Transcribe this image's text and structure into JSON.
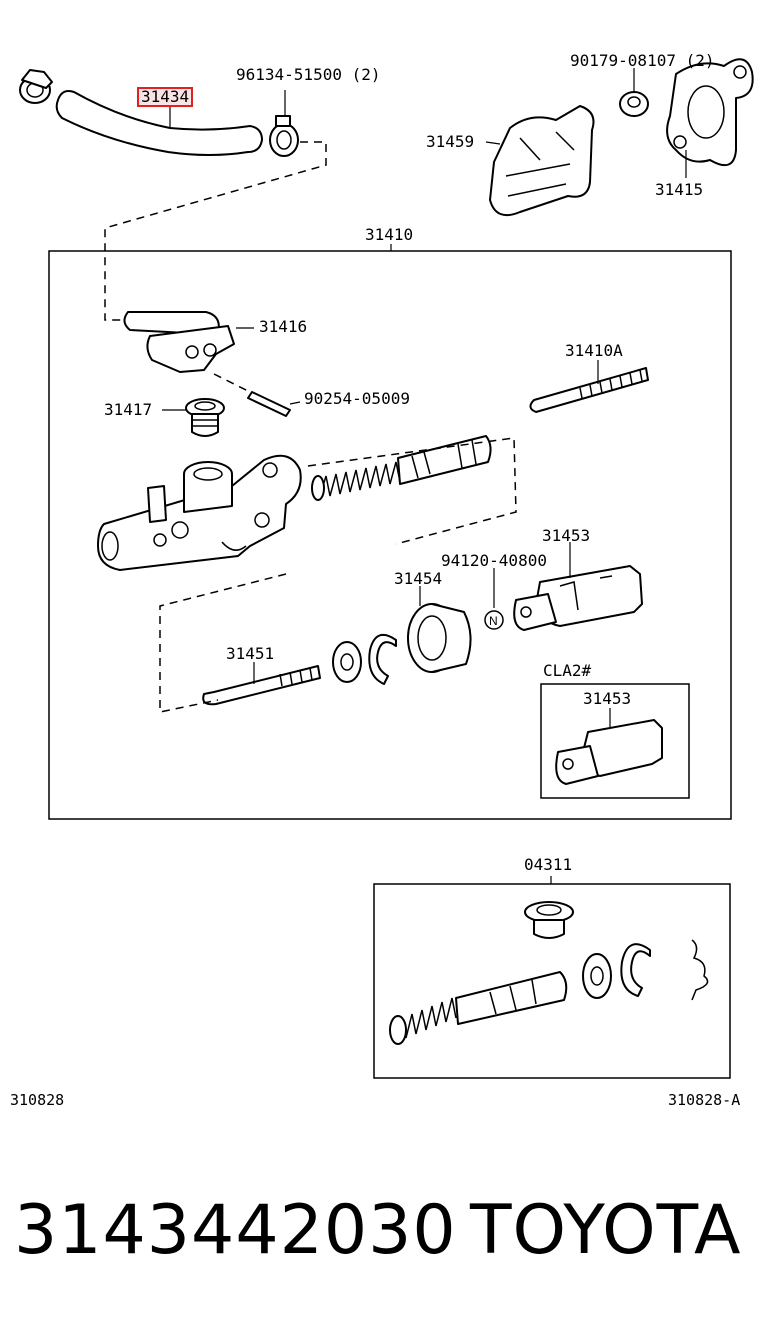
{
  "labels": {
    "p31434": "31434",
    "p96134": "96134-51500 (2)",
    "p90179": "90179-08107 (2)",
    "p31459": "31459",
    "p31415": "31415",
    "p31410": "31410",
    "p31416": "31416",
    "p31410A": "31410A",
    "p31417": "31417",
    "p90254": "90254-05009",
    "p31453a": "31453",
    "p94120": "94120-40800",
    "p31454": "31454",
    "p31451": "31451",
    "cla2": "CLA2#",
    "p31453b": "31453",
    "p04311": "04311"
  },
  "refs": {
    "left": "310828",
    "right": "310828-A"
  },
  "footer": {
    "part_number": "3143442030",
    "brand": "TOYOTA"
  },
  "colors": {
    "highlight_border": "#d22222",
    "highlight_fill": "#fbe3e3"
  }
}
